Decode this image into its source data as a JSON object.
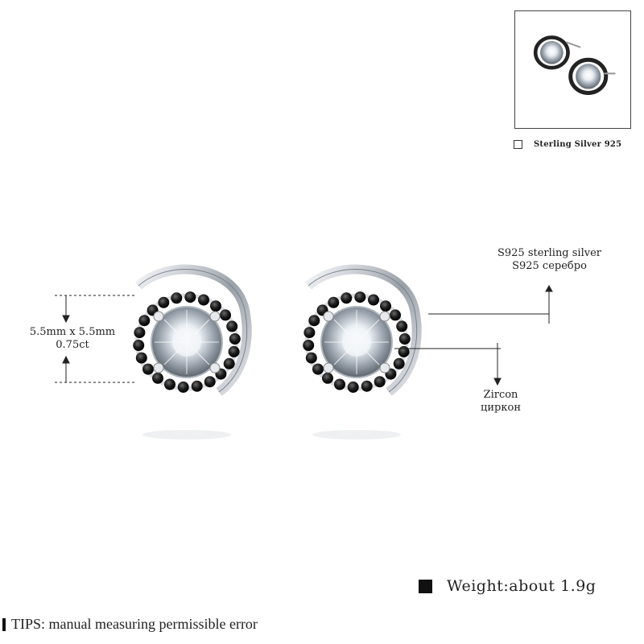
{
  "thumbnail": {
    "alt_icon": "earring-thumbnail-icon"
  },
  "option": {
    "label": "Sterling Silver 925"
  },
  "annotations": {
    "size_line1": "5.5mm x 5.5mm",
    "size_line2": "0.75ct",
    "material_line1": "S925 sterling silver",
    "material_line2": "S925 серебро",
    "stone_line1": "Zircon",
    "stone_line2": "циркон"
  },
  "weight": {
    "label": "Weight:about 1.9g"
  },
  "tips": {
    "label": "TIPS: manual measuring permissible error"
  },
  "colors": {
    "background": "#ffffff",
    "text": "#222222",
    "black_stone": "#1a1a1a",
    "silver": "#c8ccd2"
  }
}
